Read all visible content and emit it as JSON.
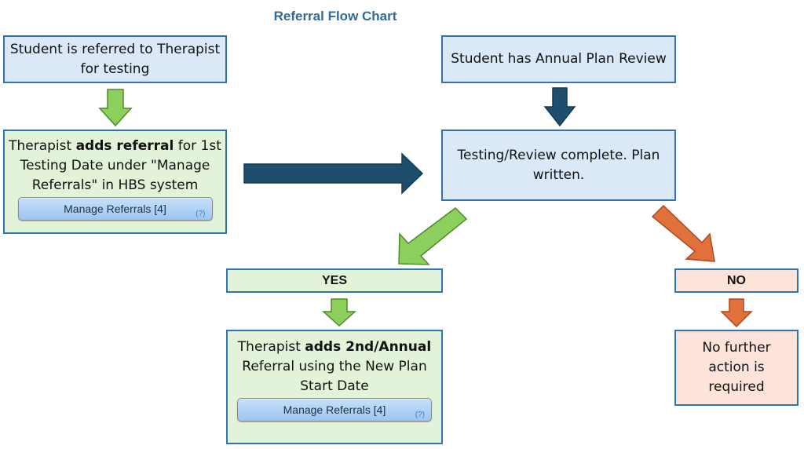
{
  "title": "Referral Flow Chart",
  "nodes": {
    "referred": {
      "line1": "Student is referred to Therapist",
      "line2": "for testing"
    },
    "annual_review": {
      "text": "Student has Annual Plan Review"
    },
    "add_first": {
      "pre": "Therapist ",
      "bold": "adds referral",
      "post": " for 1st",
      "line2": "Testing Date under  \"Manage",
      "line3": "Referrals\" in HBS system",
      "button": "Manage Referrals [4]",
      "help": "(?)"
    },
    "complete": {
      "line1": "Testing/Review complete. Plan",
      "line2": "written."
    },
    "yes": {
      "label": "YES"
    },
    "no": {
      "label": "NO"
    },
    "add_second": {
      "pre": "Therapist ",
      "bold": "adds 2nd/Annual",
      "line2": "Referral using the New Plan",
      "line3": "Start Date",
      "button": "Manage Referrals [4]",
      "help": "(?)"
    },
    "no_action": {
      "line1": "No further",
      "line2": "action is",
      "line3": "required"
    }
  },
  "colors": {
    "title": "#2e6a9e",
    "box_border": "#2e75b6",
    "blue_fill": "#dae8f8",
    "green_fill": "#e2f3d9",
    "pink_fill": "#fde3da",
    "green_arrow": "#8dcf5c",
    "navy_arrow": "#1e4e6e",
    "orange_arrow": "#e2703b"
  }
}
